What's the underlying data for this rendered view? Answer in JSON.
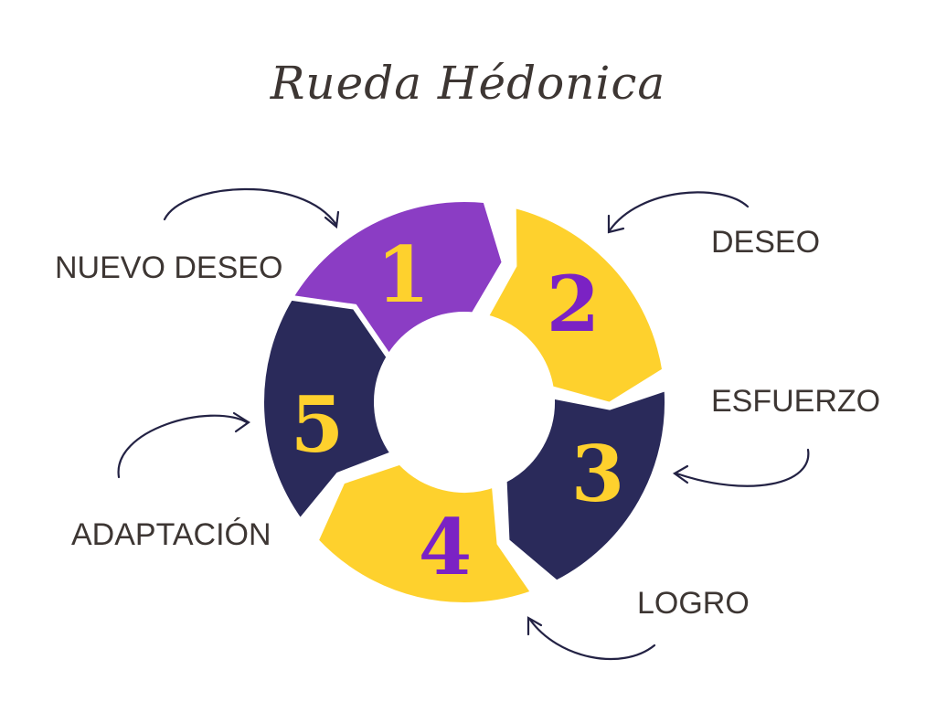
{
  "title": "Rueda Hédonica",
  "colors": {
    "purple": "#8b3dc4",
    "yellow": "#fed12d",
    "navy": "#2a2a5a",
    "white": "#ffffff",
    "text": "#3d3633"
  },
  "segments": [
    {
      "number": "1",
      "label": "NUEVO DESEO",
      "fill": "#8b3dc4",
      "number_color": "#fed12d"
    },
    {
      "number": "2",
      "label": "DESEO",
      "fill": "#fed12d",
      "number_color": "#7b22c4"
    },
    {
      "number": "3",
      "label": "ESFUERZO",
      "fill": "#2a2a5a",
      "number_color": "#fed12d"
    },
    {
      "number": "4",
      "label": "LOGRO",
      "fill": "#fed12d",
      "number_color": "#7b22c4"
    },
    {
      "number": "5",
      "label": "ADAPTACIÓN",
      "fill": "#2a2a5a",
      "number_color": "#fed12d"
    }
  ]
}
